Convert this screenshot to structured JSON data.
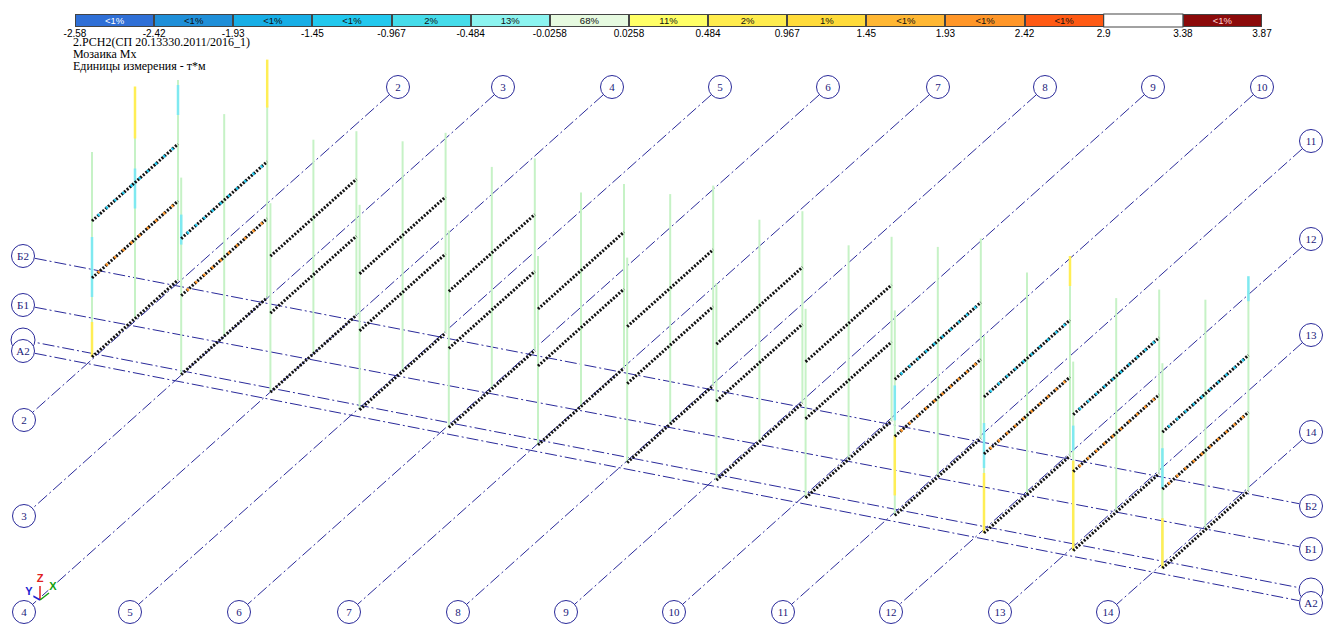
{
  "diagram": {
    "title": "2.РСН2(СП 20.13330.2011/2016_1)",
    "nodes": [
      {
        "text": [
          "2"
        ]
      },
      {
        "text": [
          "3"
        ]
      },
      {
        "text": [
          "4"
        ]
      },
      {
        "text": [
          "5"
        ]
      },
      {
        "text": [
          "6"
        ]
      },
      {
        "text": [
          "7"
        ]
      },
      {
        "text": [
          "8"
        ]
      },
      {
        "text": [
          "9"
        ]
      },
      {
        "text": [
          "10"
        ]
      },
      {
        "text": [
          "11"
        ]
      },
      {
        "text": [
          "12"
        ]
      },
      {
        "text": [
          "Б2"
        ]
      },
      {
        "text": [
          "Б1"
        ]
      },
      {
        "text": [
          "13"
        ]
      },
      {
        "text": [
          "А2"
        ]
      },
      {
        "text": [
          "2"
        ]
      },
      {
        "text": [
          "14"
        ]
      },
      {
        "text": [
          "Б2"
        ]
      },
      {
        "text": [
          "3"
        ]
      },
      {
        "text": [
          "Б1"
        ]
      },
      {
        "text": [
          "А2"
        ]
      },
      {
        "text": [
          "4"
        ]
      },
      {
        "text": [
          "5"
        ]
      },
      {
        "text": [
          "6"
        ]
      },
      {
        "text": [
          "7"
        ]
      },
      {
        "text": [
          "8"
        ]
      },
      {
        "text": [
          "9"
        ]
      },
      {
        "text": [
          "10"
        ]
      },
      {
        "text": [
          "11"
        ]
      },
      {
        "text": [
          "12"
        ]
      },
      {
        "text": [
          "13"
        ]
      },
      {
        "text": [
          "14"
        ]
      }
    ],
    "edges": [
      {
        "from": 0,
        "to": 15,
        "arrow": "none"
      },
      {
        "from": 1,
        "to": 18,
        "arrow": "none"
      },
      {
        "from": 2,
        "to": 21,
        "arrow": "none"
      },
      {
        "from": 3,
        "to": 22,
        "arrow": "none"
      },
      {
        "from": 4,
        "to": 23,
        "arrow": "none"
      },
      {
        "from": 5,
        "to": 24,
        "arrow": "none"
      },
      {
        "from": 6,
        "to": 25,
        "arrow": "none"
      },
      {
        "from": 7,
        "to": 26,
        "arrow": "none"
      },
      {
        "from": 8,
        "to": 27,
        "arrow": "none"
      },
      {
        "from": 9,
        "to": 28,
        "arrow": "none"
      },
      {
        "from": 10,
        "to": 29,
        "arrow": "none"
      },
      {
        "from": 13,
        "to": 30,
        "arrow": "none"
      },
      {
        "from": 16,
        "to": 31,
        "arrow": "none"
      },
      {
        "from": 11,
        "to": 17,
        "arrow": "none"
      },
      {
        "from": 12,
        "to": 19,
        "arrow": "none"
      },
      {
        "from": 14,
        "to": 20,
        "arrow": "none"
      }
    ],
    "labels": [
      "-2.58",
      "-2.42",
      "-1.93",
      "-1.45",
      "-0.967",
      "-0.484",
      "-0.0258",
      "0.0258",
      "0.484",
      "0.967",
      "1.45",
      "1.93",
      "2.42",
      "2.9",
      "3.38",
      "3.87",
      "Мозаика Mx",
      "Единицы измерения - т*м",
      "Z",
      "X",
      "Y"
    ],
    "legend": [
      {
        "text": "<1%",
        "color": "#2f6fd6"
      },
      {
        "text": "<1%",
        "color": "#1f8fd8"
      },
      {
        "text": "<1%",
        "color": "#17aee6"
      },
      {
        "text": "<1%",
        "color": "#22c8ee"
      },
      {
        "text": "2%",
        "color": "#45dcea"
      },
      {
        "text": "13%",
        "color": "#8cf4f0"
      },
      {
        "text": "68%",
        "color": "#e6fae0"
      },
      {
        "text": "11%",
        "color": "#ffff66"
      },
      {
        "text": "2%",
        "color": "#ffec4d"
      },
      {
        "text": "1%",
        "color": "#ffdb3a"
      },
      {
        "text": "<1%",
        "color": "#ffb733"
      },
      {
        "text": "<1%",
        "color": "#ff9628"
      },
      {
        "text": "<1%",
        "color": "#ff5a14"
      },
      {
        "text": "<1%",
        "color": "#8b0a0a"
      }
    ]
  }
}
